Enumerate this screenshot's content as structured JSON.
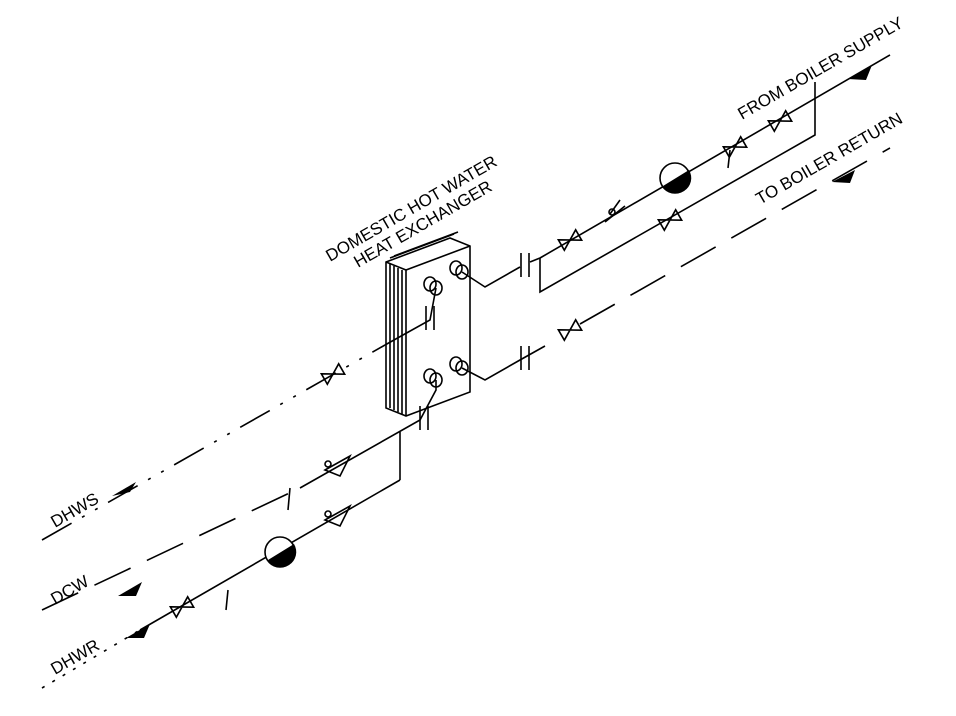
{
  "exchanger": {
    "title_line1": "DOMESTIC HOT WATER",
    "title_line2": "HEAT EXCHANGER"
  },
  "boiler": {
    "supply_label": "FROM BOILER SUPPLY",
    "return_label": "TO BOILER RETURN"
  },
  "domestic": {
    "dhws_label": "DHWS",
    "dcw_label": "DCW",
    "dhwr_label": "DHWR"
  }
}
